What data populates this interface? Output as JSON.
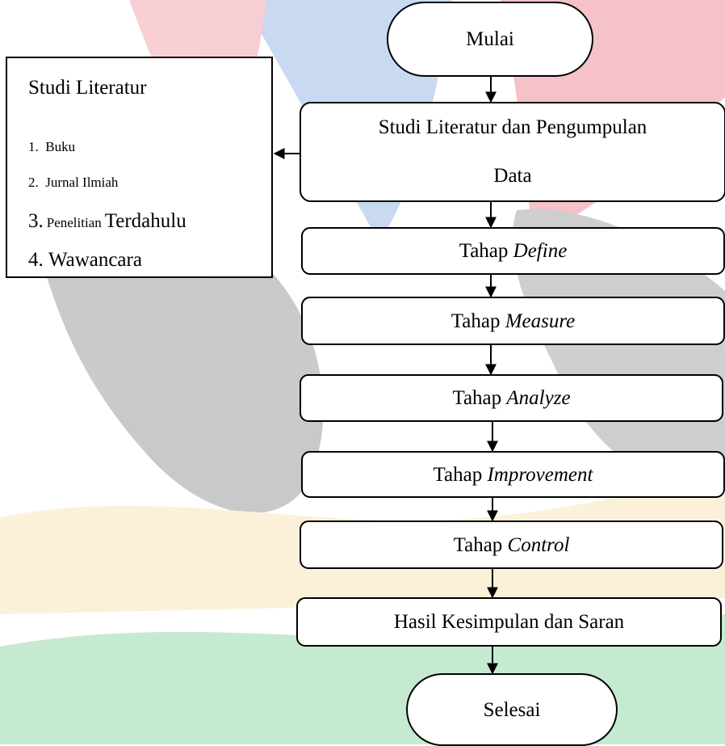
{
  "flow": {
    "start": "Mulai",
    "step1": {
      "line1": "Studi Literatur dan Pengumpulan",
      "line2": "Data"
    },
    "define": {
      "prefix": "Tahap ",
      "term": "Define"
    },
    "measure": {
      "prefix": "Tahap ",
      "term": "Measure"
    },
    "analyze": {
      "prefix": "Tahap ",
      "term": "Analyze"
    },
    "improvement": {
      "prefix": "Tahap ",
      "term": "Improvement"
    },
    "control": {
      "prefix": "Tahap ",
      "term": "Control"
    },
    "conclusion": "Hasil Kesimpulan dan Saran",
    "end": "Selesai"
  },
  "side": {
    "title": "Studi Literatur",
    "items": [
      {
        "num": "1.",
        "text": "Buku"
      },
      {
        "num": "2.",
        "text": "Jurnal Ilmiah"
      },
      {
        "num": "3.",
        "text_small": "Penelitian",
        "text_big": "Terdahulu"
      },
      {
        "num": "4.",
        "text": "Wawancara"
      }
    ]
  },
  "colors": {
    "watermark_blue": "#5b8ad8",
    "watermark_red": "#e0405a",
    "watermark_dark": "#5a5a5a",
    "watermark_yellow": "#f5d58a",
    "watermark_green": "#4fbf6a"
  }
}
